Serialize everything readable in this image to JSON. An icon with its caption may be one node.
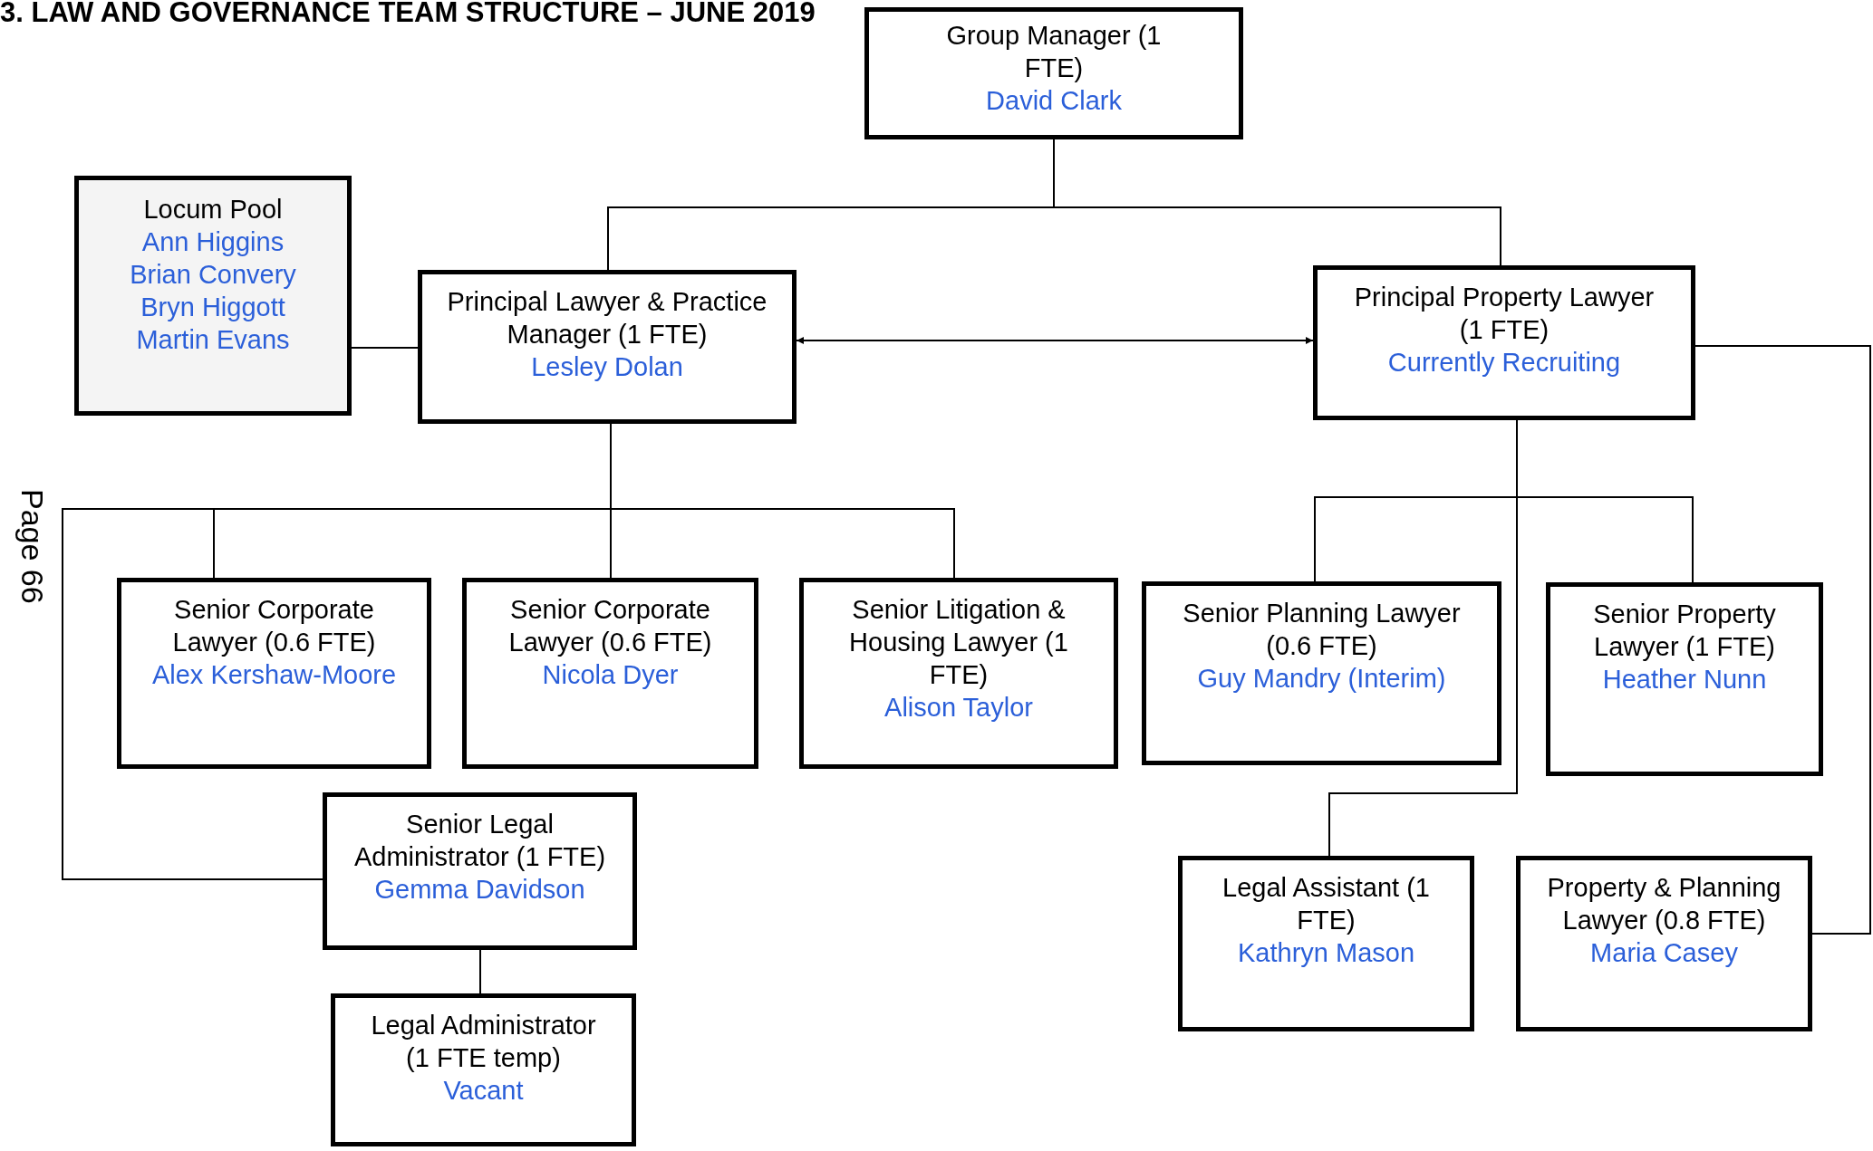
{
  "diagram": {
    "title": "3. LAW AND GOVERNANCE TEAM STRUCTURE – JUNE 2019",
    "nodes": [
      {
        "text": [
          "Group Manager (1 FTE)",
          "David Clark"
        ]
      },
      {
        "text": [
          "Locum Pool",
          "Ann Higgins",
          "Brian Convery",
          "Bryn Higgott",
          "Martin Evans"
        ]
      },
      {
        "text": [
          "Principal Lawyer & Practice Manager (1 FTE)",
          "Lesley Dolan"
        ]
      },
      {
        "text": [
          "Principal Property Lawyer (1 FTE)",
          "Currently Recruiting"
        ]
      },
      {
        "text": [
          "Senior Corporate Lawyer (0.6 FTE)",
          "Alex Kershaw-Moore"
        ]
      },
      {
        "text": [
          "Senior Corporate Lawyer (0.6 FTE)",
          "Nicola Dyer"
        ]
      },
      {
        "text": [
          "Senior Litigation & Housing Lawyer (1 FTE)",
          "Alison Taylor"
        ]
      },
      {
        "text": [
          "Senior Planning Lawyer (0.6 FTE)",
          "Guy Mandry (Interim)"
        ]
      },
      {
        "text": [
          "Senior Property Lawyer (1 FTE)",
          "Heather Nunn"
        ]
      },
      {
        "text": [
          "Senior Legal Administrator (1 FTE)",
          "Gemma Davidson"
        ]
      },
      {
        "text": [
          "Legal Administrator (1 FTE temp)",
          "Vacant"
        ]
      },
      {
        "text": [
          "Legal Assistant (1 FTE)",
          "Kathryn Mason"
        ]
      },
      {
        "text": [
          "Property & Planning Lawyer (0.8 FTE)",
          "Maria Casey"
        ]
      }
    ],
    "edges": [
      {
        "from": 0,
        "to": 2,
        "arrow": "none"
      },
      {
        "from": 0,
        "to": 3,
        "arrow": "none"
      },
      {
        "from": 1,
        "to": 2,
        "arrow": "none"
      },
      {
        "from": 2,
        "to": 3,
        "arrow": "both"
      },
      {
        "from": 2,
        "to": 4,
        "arrow": "none"
      },
      {
        "from": 2,
        "to": 5,
        "arrow": "none"
      },
      {
        "from": 2,
        "to": 6,
        "arrow": "none"
      },
      {
        "from": 2,
        "to": 9,
        "arrow": "none"
      },
      {
        "from": 3,
        "to": 7,
        "arrow": "none"
      },
      {
        "from": 3,
        "to": 8,
        "arrow": "none"
      },
      {
        "from": 3,
        "to": 11,
        "arrow": "none"
      },
      {
        "from": 3,
        "to": 12,
        "arrow": "none"
      },
      {
        "from": 9,
        "to": 10,
        "arrow": "none"
      }
    ],
    "labels": [
      "Page 66"
    ]
  }
}
